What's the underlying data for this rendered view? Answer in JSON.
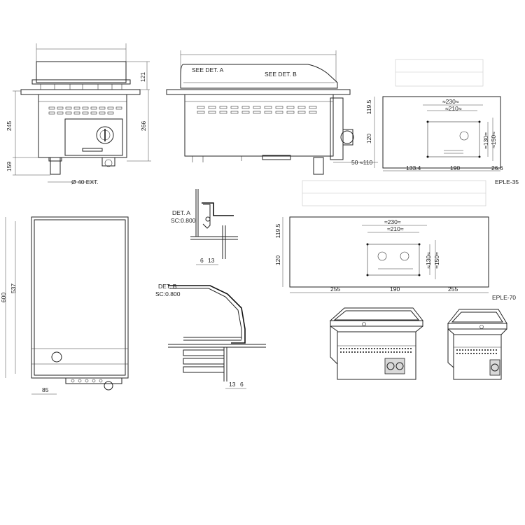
{
  "front_view": {
    "dim_121": "121",
    "dim_245": "245",
    "dim_266": "266",
    "dim_159": "159",
    "foot_label": "Ø 40 EXT."
  },
  "side_view": {
    "see_det_a": "SEE DET.  A",
    "see_det_b": "SEE DET.  B",
    "dim_50": "50",
    "dim_110": "≈110"
  },
  "top_view": {
    "dim_600": "600",
    "dim_537": "537",
    "dim_85": "85"
  },
  "detail_a": {
    "title": "DET. A",
    "scale": "SC:0.800",
    "dim_6": "6",
    "dim_13": "13"
  },
  "detail_b": {
    "title": "DET. B",
    "scale": "SC:0.800",
    "dim_13": "13",
    "dim_6": "6"
  },
  "cutout_35": {
    "model": "EPLE-35",
    "dim_230": "≈230≈",
    "dim_210": "≈210≈",
    "dim_119_5": "119.5",
    "dim_120": "120",
    "dim_130": "≈130≈",
    "dim_150": "≈150≈",
    "dim_133_4": "133.4",
    "dim_190": "190",
    "dim_26_6": "26.6"
  },
  "cutout_70": {
    "model": "EPLE-70",
    "dim_230": "≈230≈",
    "dim_210": "≈210≈",
    "dim_119_5": "119.5",
    "dim_120": "120",
    "dim_130": "≈130≈",
    "dim_150": "≈150≈",
    "dim_255_left": "255",
    "dim_190": "190",
    "dim_255_right": "255"
  }
}
